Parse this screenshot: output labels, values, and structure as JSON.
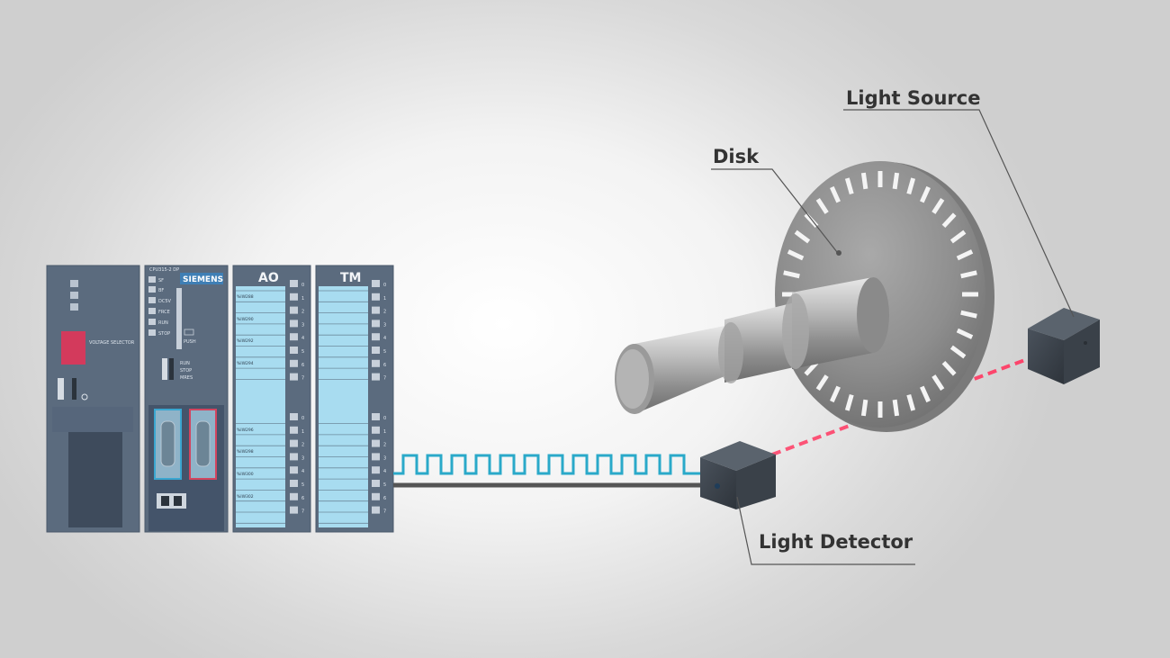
{
  "labels": {
    "light_source": "Light Source",
    "disk": "Disk",
    "light_detector": "Light Detector"
  },
  "plc": {
    "power_supply_label": "VOLTAGE SELECTOR",
    "cpu_model": "CPU315-2 DP",
    "brand": "SIEMENS",
    "cpu_leds": [
      "SF",
      "BF",
      "DC5V",
      "FRCE",
      "RUN",
      "STOP"
    ],
    "cpu_push": "PUSH",
    "cpu_switch": [
      "RUN",
      "STOP",
      "MRES"
    ],
    "ao_title": "AO",
    "tm_title": "TM",
    "ao_channels": [
      "%IW288",
      "%IW290",
      "%IW292",
      "%IW294",
      "%IW296",
      "%IW298",
      "%IW300",
      "%IW302"
    ],
    "channel_numbers": [
      "0",
      "1",
      "2",
      "3",
      "4",
      "5",
      "6",
      "7"
    ]
  },
  "colors": {
    "module_body": "#5b6b7e",
    "label_strip": "#a8dcf0",
    "signal_pulse": "#2aa9c9",
    "laser_beam": "#ff5070",
    "cable": "#555555",
    "sensor_box": "#3e4650"
  }
}
